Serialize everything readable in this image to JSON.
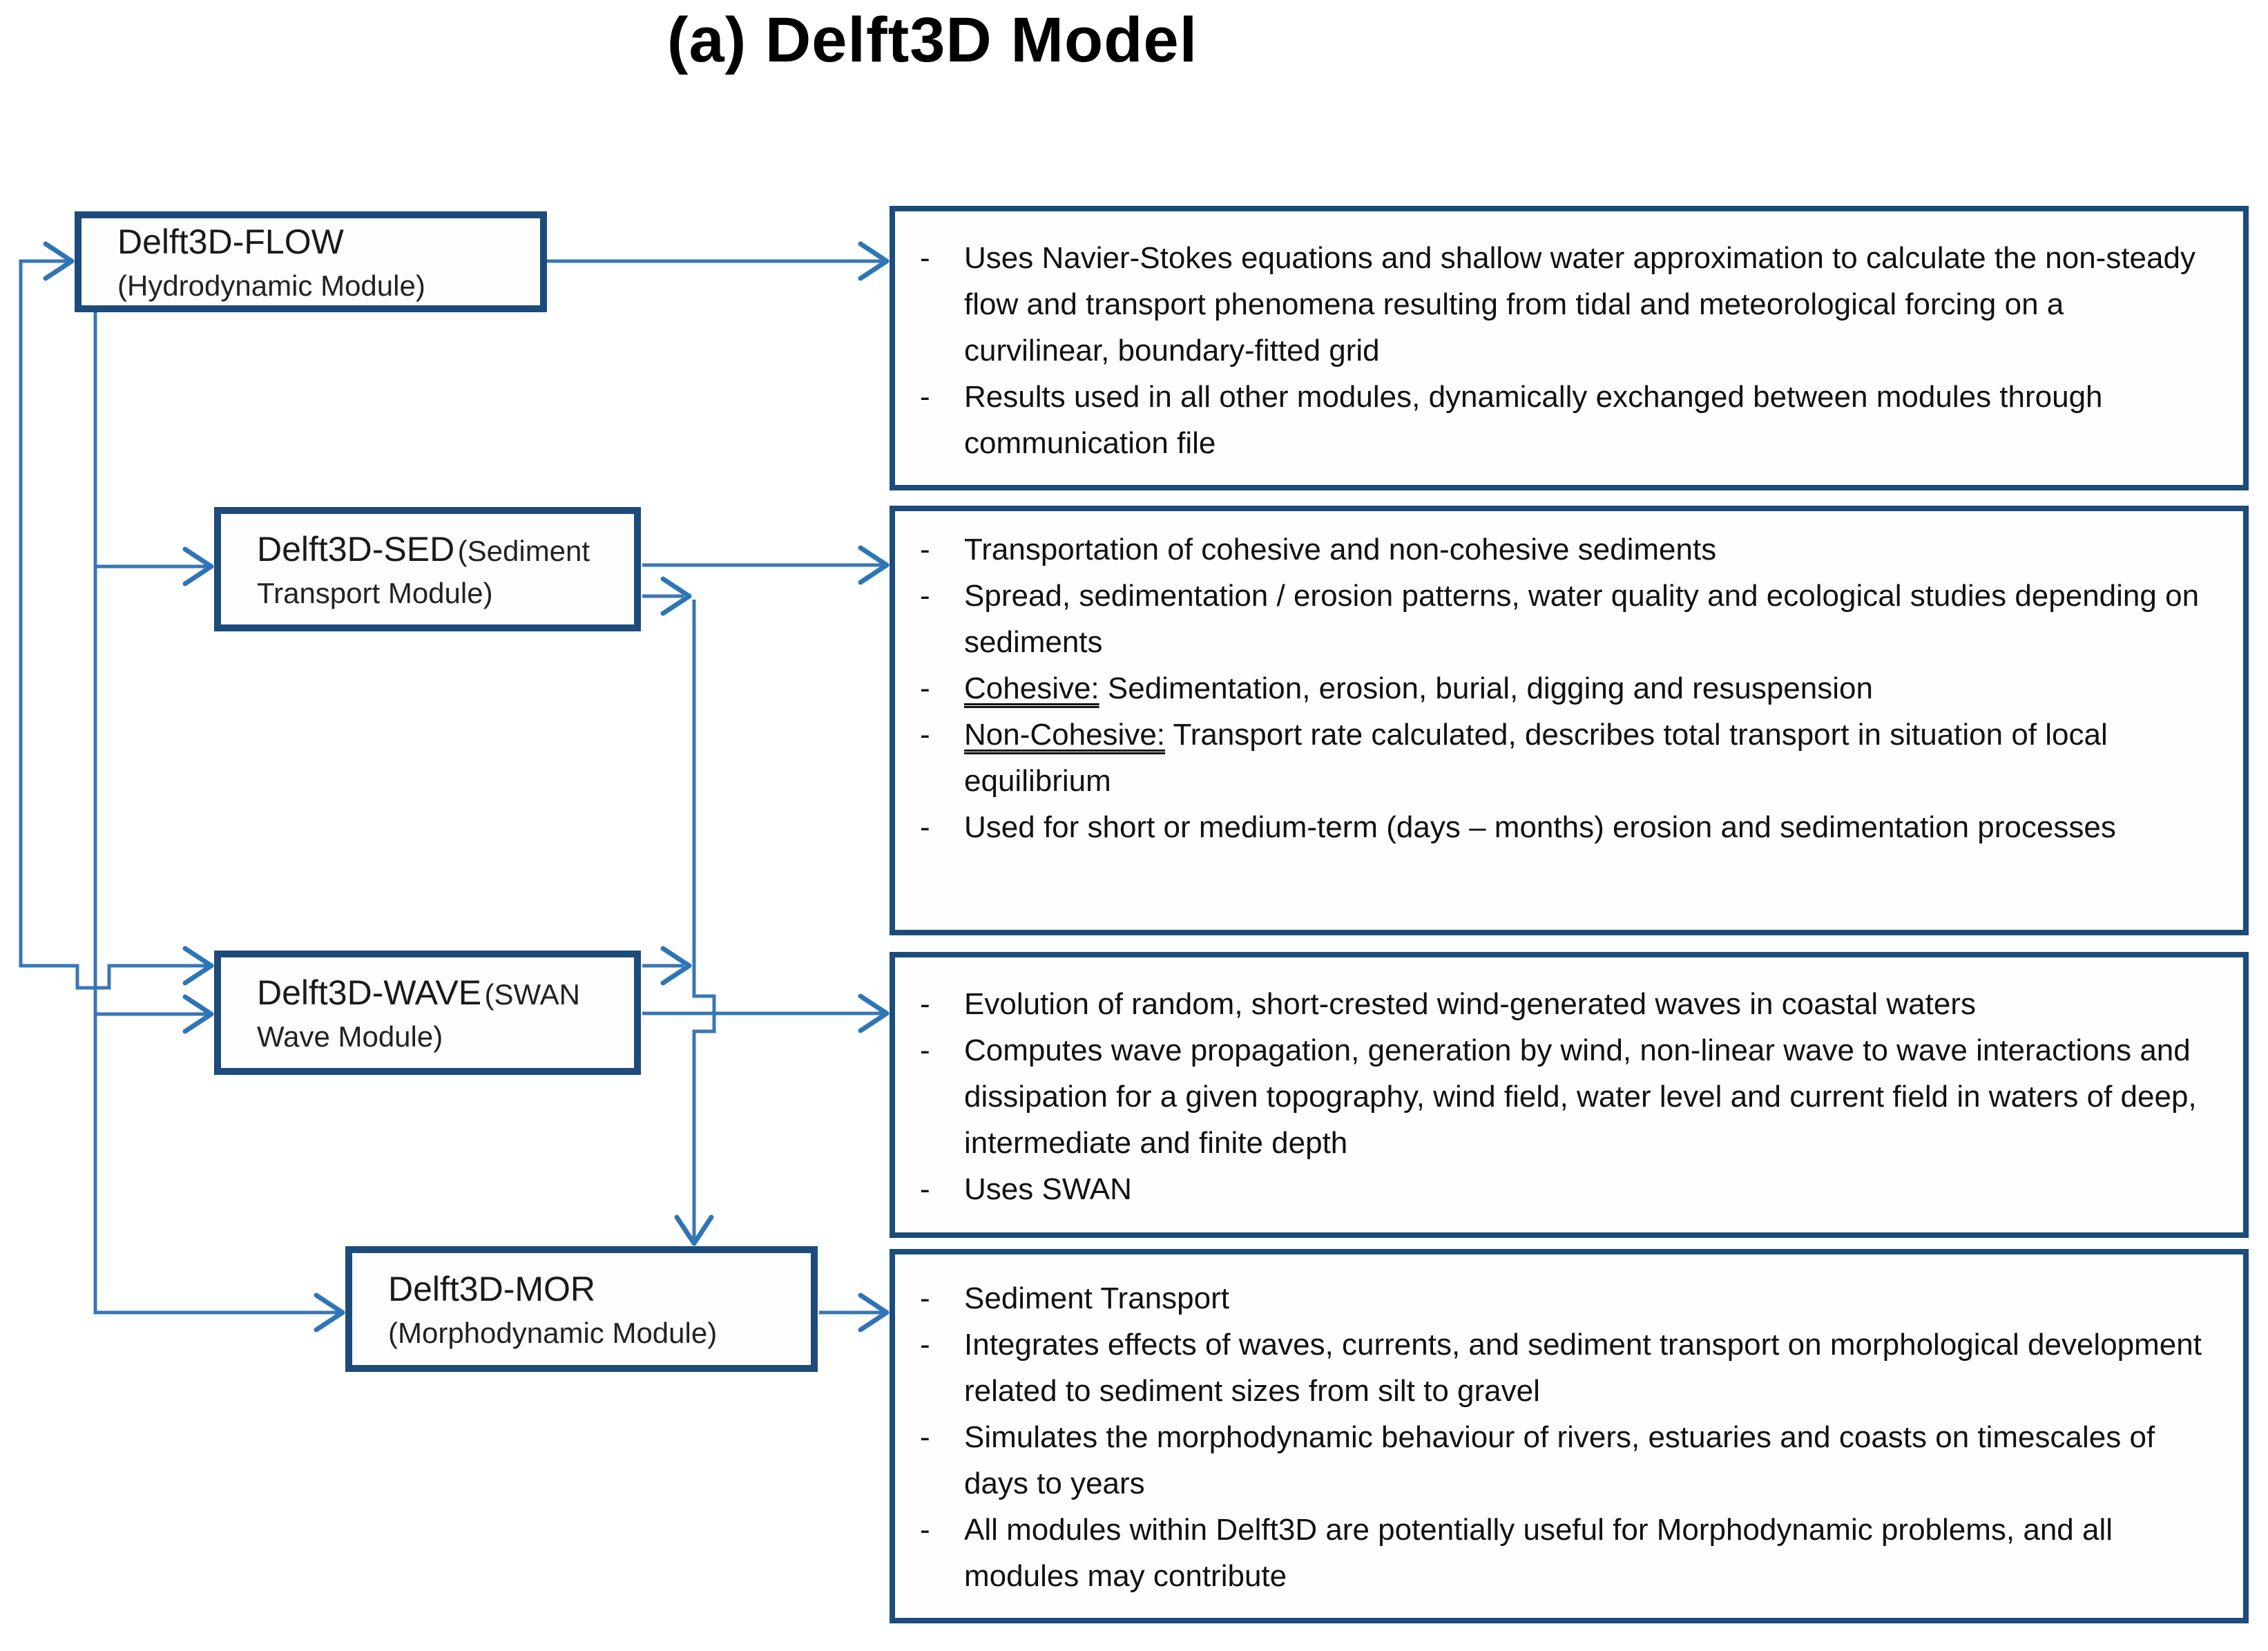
{
  "title": "(a) Delft3D Model",
  "bullet_char": "-",
  "colors": {
    "box_border": "#1c4b7c",
    "connector_line": "#3a76b4",
    "text": "#111111",
    "background": "#ffffff"
  },
  "modules": [
    {
      "name": "Delft3D-FLOW",
      "sub": "(Hydrodynamic Module)"
    },
    {
      "name": "Delft3D-SED",
      "sub": "(Sediment Transport Module)"
    },
    {
      "name": "Delft3D-WAVE",
      "sub": "(SWAN Wave Module)"
    },
    {
      "name": "Delft3D-MOR",
      "sub": "(Morphodynamic Module)"
    }
  ],
  "descriptions": [
    {
      "bullets": [
        {
          "lead": "",
          "text": "Uses Navier-Stokes equations and shallow water approximation to calculate the non-steady flow and transport phenomena resulting from tidal and meteorological forcing on a curvilinear, boundary-fitted grid"
        },
        {
          "lead": "",
          "text": "Results used in all other modules, dynamically exchanged between modules through communication file"
        }
      ]
    },
    {
      "bullets": [
        {
          "lead": "",
          "text": "Transportation of cohesive and non-cohesive sediments"
        },
        {
          "lead": "",
          "text": "Spread, sedimentation / erosion patterns, water quality and ecological studies depending on sediments"
        },
        {
          "lead": "Cohesive:",
          "text": " Sedimentation, erosion, burial, digging and resuspension"
        },
        {
          "lead": "Non-Cohesive:",
          "text": " Transport rate calculated, describes total transport in situation of local equilibrium"
        },
        {
          "lead": "",
          "text": "Used for short or medium-term (days – months) erosion and sedimentation processes"
        }
      ]
    },
    {
      "bullets": [
        {
          "lead": "",
          "text": "Evolution of random, short-crested wind-generated waves in coastal waters"
        },
        {
          "lead": "",
          "text": "Computes wave propagation, generation by wind, non-linear wave to wave interactions and dissipation for a given topography, wind field, water level and current field in waters of deep, intermediate and finite depth"
        },
        {
          "lead": "",
          "text": "Uses SWAN"
        }
      ]
    },
    {
      "bullets": [
        {
          "lead": "",
          "text": "Sediment Transport"
        },
        {
          "lead": "",
          "text": "Integrates effects of waves, currents, and sediment transport on morphological development related to sediment sizes from silt to gravel"
        },
        {
          "lead": "",
          "text": "Simulates the morphodynamic behaviour of rivers, estuaries and coasts on timescales of days to years"
        },
        {
          "lead": "",
          "text": "All modules within Delft3D are potentially useful for Morphodynamic problems, and all modules may contribute"
        }
      ]
    }
  ]
}
